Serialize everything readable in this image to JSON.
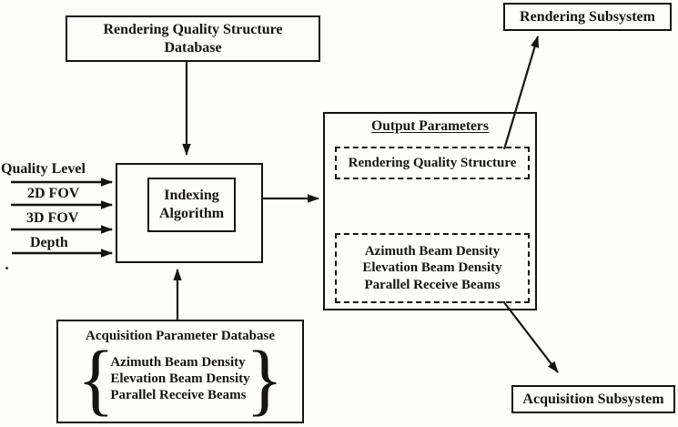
{
  "colors": {
    "background": "#fdfdfb",
    "ink": "#151413"
  },
  "nodes": {
    "rendering_db": {
      "line1": "Rendering Quality Structure",
      "line2": "Database"
    },
    "rendering_subsystem": {
      "label": "Rendering Subsystem"
    },
    "inputs": [
      {
        "label": "Quality Level"
      },
      {
        "label": "2D FOV"
      },
      {
        "label": "3D FOV"
      },
      {
        "label": "Depth"
      }
    ],
    "indexing": {
      "line1": "Indexing",
      "line2": "Algorithm"
    },
    "output_params": {
      "title": "Output Parameters",
      "rendering_structure_label": "Rendering Quality Structure",
      "beam_lines": [
        "Azimuth Beam Density",
        "Elevation Beam Density",
        "Parallel Receive Beams"
      ]
    },
    "acquisition_db": {
      "title": "Acquisition Parameter Database",
      "brace_open": "{",
      "brace_close": "}",
      "beam_lines": [
        "Azimuth Beam Density",
        "Elevation Beam Density",
        "Parallel Receive Beams"
      ]
    },
    "acquisition_subsystem": {
      "label": "Acquisition Subsystem"
    }
  }
}
